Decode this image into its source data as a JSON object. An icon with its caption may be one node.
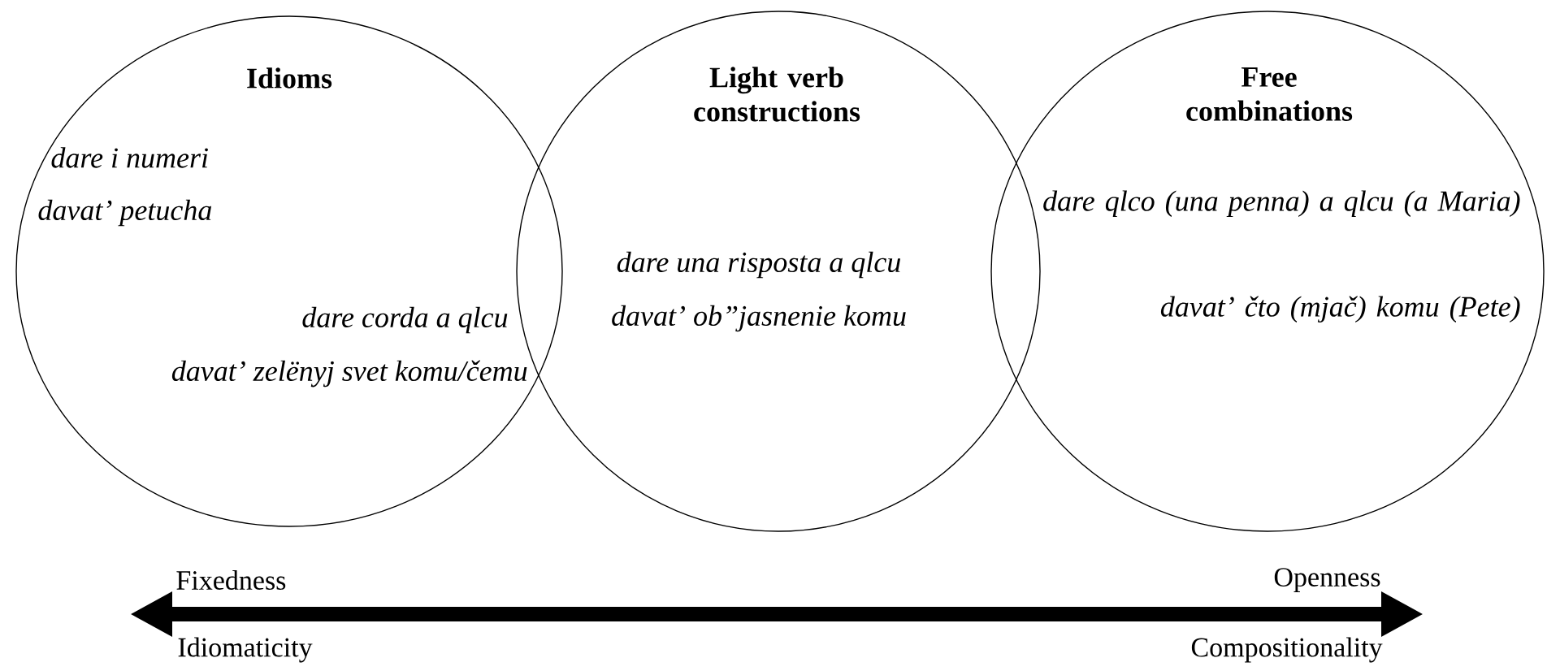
{
  "diagram": {
    "nodes": [
      {
        "text": [
          "Idioms",
          "dare i numeri",
          "davat’ petucha",
          "dare corda a qlcu",
          "davat’ zelënyj svet komu/čemu"
        ]
      },
      {
        "text": [
          "Light verb constructions",
          "dare una risposta a qlcu",
          "davat’ ob”jasnenie komu"
        ]
      },
      {
        "text": [
          "Free combinations",
          "dare qlco (una penna) a qlcu (a Maria)",
          "davat’ čto (mjač) komu (Pete)"
        ]
      }
    ],
    "labels": [
      "Fixedness",
      "Openness",
      "Idiomaticity",
      "Compositionality"
    ]
  }
}
